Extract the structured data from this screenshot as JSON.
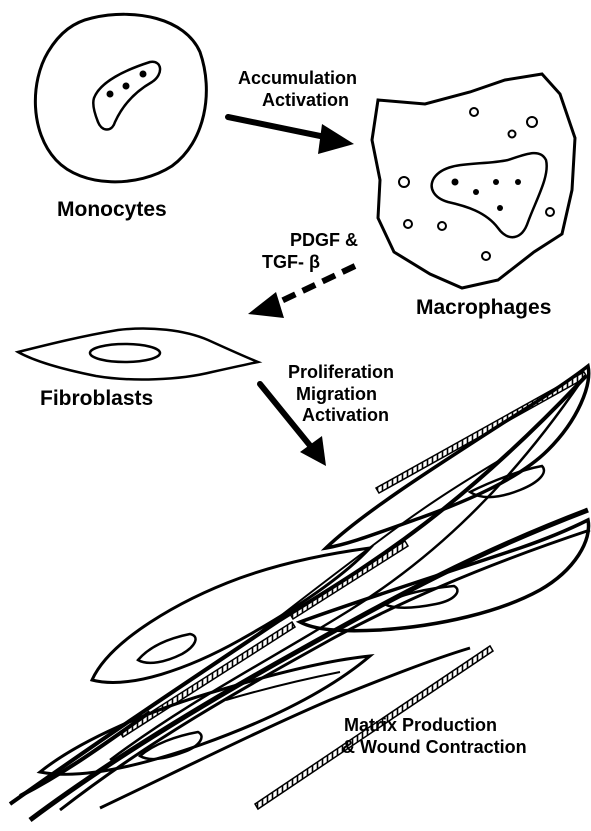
{
  "cells": {
    "monocytes": "Monocytes",
    "macrophages": "Macrophages",
    "fibroblasts": "Fibroblasts"
  },
  "steps": {
    "accumulation": [
      "Accumulation",
      "Activation"
    ],
    "signals": [
      "PDGF &",
      "TGF- β"
    ],
    "proliferation": [
      "Proliferation",
      "Migration",
      "Activation"
    ],
    "matrix": [
      "Matrix Production",
      "& Wound Contraction"
    ]
  }
}
